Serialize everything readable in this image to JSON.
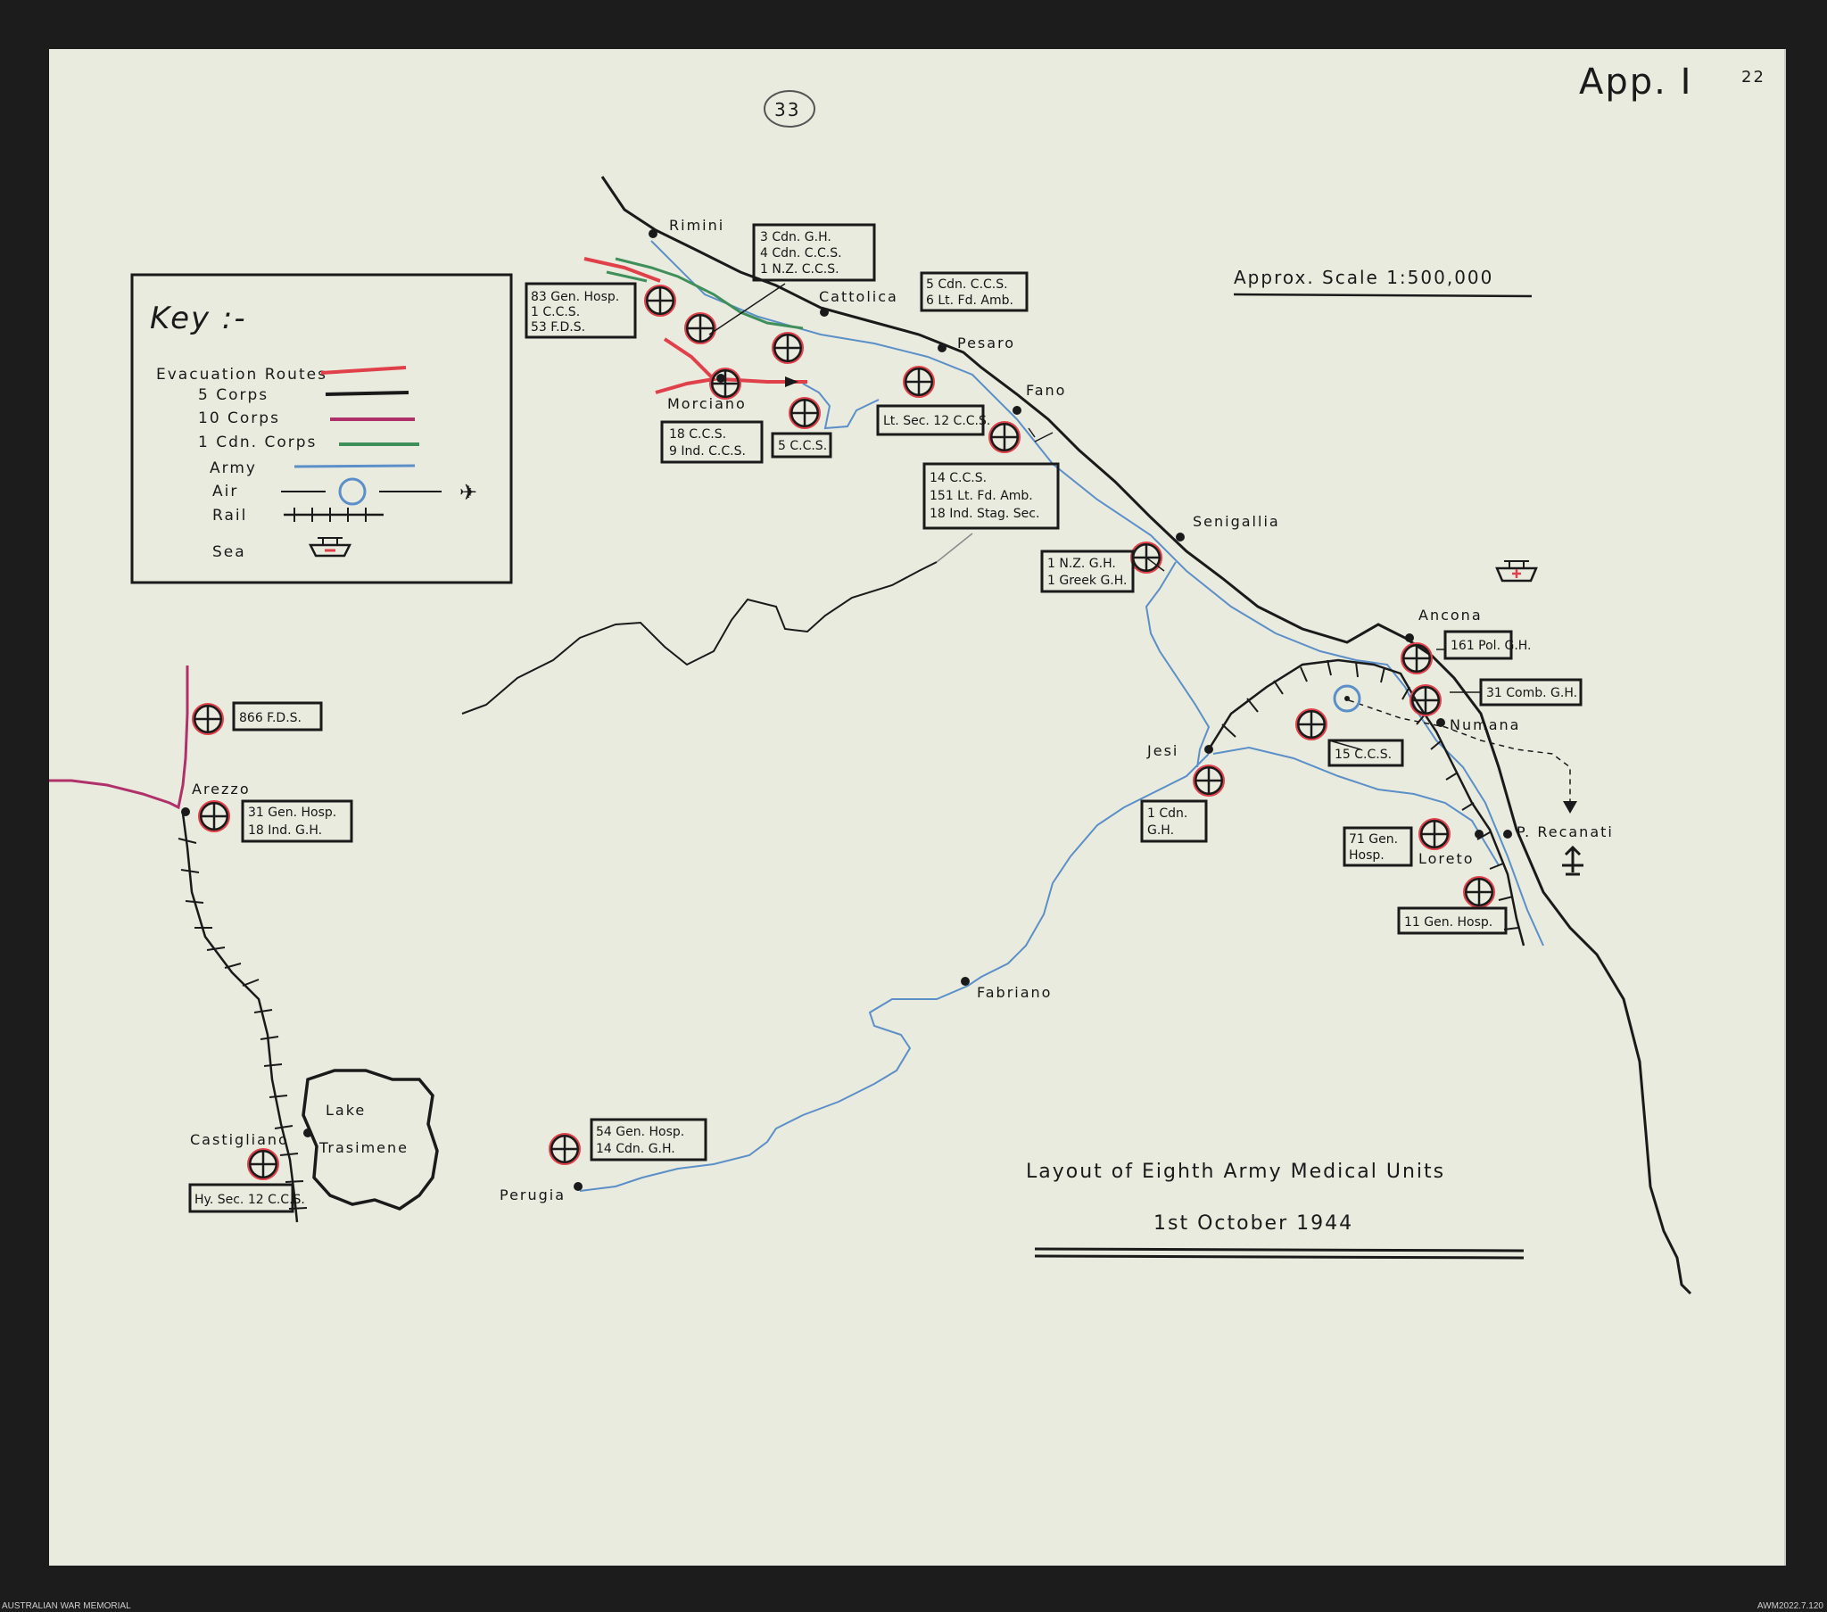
{
  "annotations": {
    "appendix": "App. I",
    "folio": "22",
    "circled_number": "33"
  },
  "scale": "Approx. Scale 1:500,000",
  "title": "Layout of Eighth Army Medical Units",
  "date": "1st October 1944",
  "key": {
    "heading": "Key :-",
    "items": [
      {
        "label": "Evacuation Routes",
        "color": "#e0404a"
      },
      {
        "label": "5 Corps",
        "color": "#e0404a"
      },
      {
        "label": "10 Corps",
        "color": "#b0306a"
      },
      {
        "label": "1 Cdn. Corps",
        "color": "#3f8f5a"
      },
      {
        "label": "Army",
        "color": "#5b8fc7"
      },
      {
        "label": "Air",
        "color": "#1a1a1a"
      },
      {
        "label": "Rail",
        "color": "#1a1a1a"
      },
      {
        "label": "Sea",
        "color": "#1a1a1a"
      }
    ]
  },
  "places": {
    "rimini": "Rimini",
    "cattolica": "Cattolica",
    "pesaro": "Pesaro",
    "fano": "Fano",
    "morciano": "Morciano",
    "senigallia": "Senigallia",
    "ancona": "Ancona",
    "numana": "Numana",
    "jesi": "Jesi",
    "p_recanati": "P. Recanati",
    "loreto": "Loreto",
    "fabriano": "Fabriano",
    "arezzo": "Arezzo",
    "castigliano": "Castigliano",
    "lake": "Lake",
    "trasimene": "Trasimene",
    "perugia": "Perugia"
  },
  "units": {
    "rimini_box": [
      "3 Cdn. G.H.",
      "4 Cdn. C.C.S.",
      "1 N.Z. C.C.S."
    ],
    "gen_hosp_box": [
      "83 Gen. Hosp.",
      "1 C.C.S.",
      "53 F.D.S."
    ],
    "cattolica_box": [
      "5 Cdn. C.C.S.",
      "6 Lt. Fd. Amb."
    ],
    "morciano_box": [
      "18 C.C.S.",
      "9 Ind. C.C.S."
    ],
    "ccs5_box": [
      "5 C.C.S."
    ],
    "ltsec_box": [
      "Lt. Sec. 12 C.C.S."
    ],
    "fano_box": [
      "14 C.C.S.",
      "151 Lt. Fd. Amb.",
      "18 Ind. Stag. Sec."
    ],
    "senigallia_box": [
      "1 N.Z. G.H.",
      "1 Greek G.H."
    ],
    "ancona_box": [
      "161 Pol. G.H."
    ],
    "comb_box": [
      "31 Comb. G.H."
    ],
    "ccs15_box": [
      "15 C.C.S."
    ],
    "jesi_box": [
      "1 Cdn.",
      "G.H."
    ],
    "hosp71_box": [
      "71 Gen.",
      "Hosp."
    ],
    "hosp11_box": [
      "11 Gen. Hosp."
    ],
    "fds866_box": [
      "866 F.D.S."
    ],
    "arezzo_box": [
      "31 Gen. Hosp.",
      "18 Ind. G.H."
    ],
    "castigliano_box": [
      "Hy. Sec. 12 C.C.S."
    ],
    "perugia_box": [
      "54 Gen. Hosp.",
      "14 Cdn. G.H."
    ]
  },
  "footer": {
    "left": "AUSTRALIAN WAR MEMORIAL",
    "right": "AWM2022.7.120"
  }
}
